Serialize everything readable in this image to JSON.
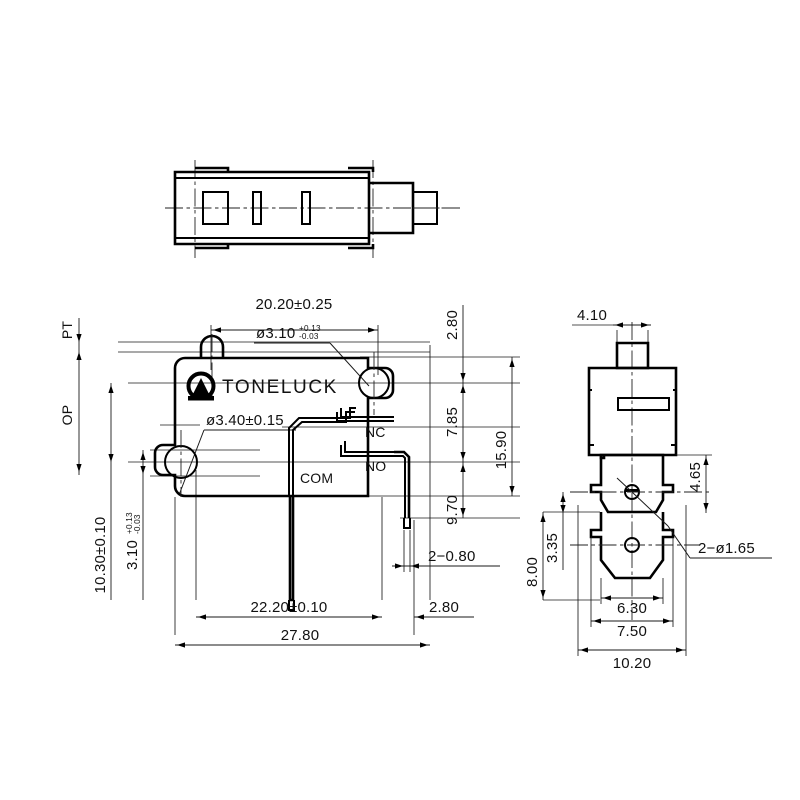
{
  "document": {
    "type": "engineering-drawing",
    "subject": "micro switch dimensional drawing",
    "background_color": "#ffffff",
    "line_color": "#000000"
  },
  "brand": {
    "name": "TONELUCK",
    "logo_icon": "toneluck-circle-triangle-logo"
  },
  "views": {
    "top": {
      "name": "top-view"
    },
    "front": {
      "name": "front-view"
    },
    "side": {
      "name": "side-view"
    }
  },
  "terminals": [
    {
      "id": "nc",
      "label": "NC"
    },
    {
      "id": "no",
      "label": "NO"
    },
    {
      "id": "com",
      "label": "COM"
    }
  ],
  "travel_labels": [
    {
      "id": "pt",
      "label": "PT"
    },
    {
      "id": "op",
      "label": "OP"
    }
  ],
  "dimensions": {
    "front_top_width": "20.20±0.25",
    "front_overall_width": "27.80",
    "front_pin_span": "22.20±0.10",
    "front_right_offset": "2.80",
    "front_top_offset": "2.80",
    "hole_upper": {
      "value": "ø3.10",
      "tol_plus": "+0.13",
      "tol_minus": "-0.03"
    },
    "hole_lower": "ø3.40±0.15",
    "left_height": "10.30±0.10",
    "left_small": {
      "value": "3.10",
      "tol_plus": "+0.13",
      "tol_minus": "-0.03"
    },
    "right_7_85": "7.85",
    "right_15_90": "15.90",
    "right_9_70": "9.70",
    "pin_thickness": "2−0.80",
    "side_plunger_width": "4.10",
    "side_4_65": "4.65",
    "side_3_35": "3.35",
    "side_8_00": "8.00",
    "side_6_30": "6.30",
    "side_7_50": "7.50",
    "side_10_20": "10.20",
    "side_holes": "2−ø1.65"
  }
}
